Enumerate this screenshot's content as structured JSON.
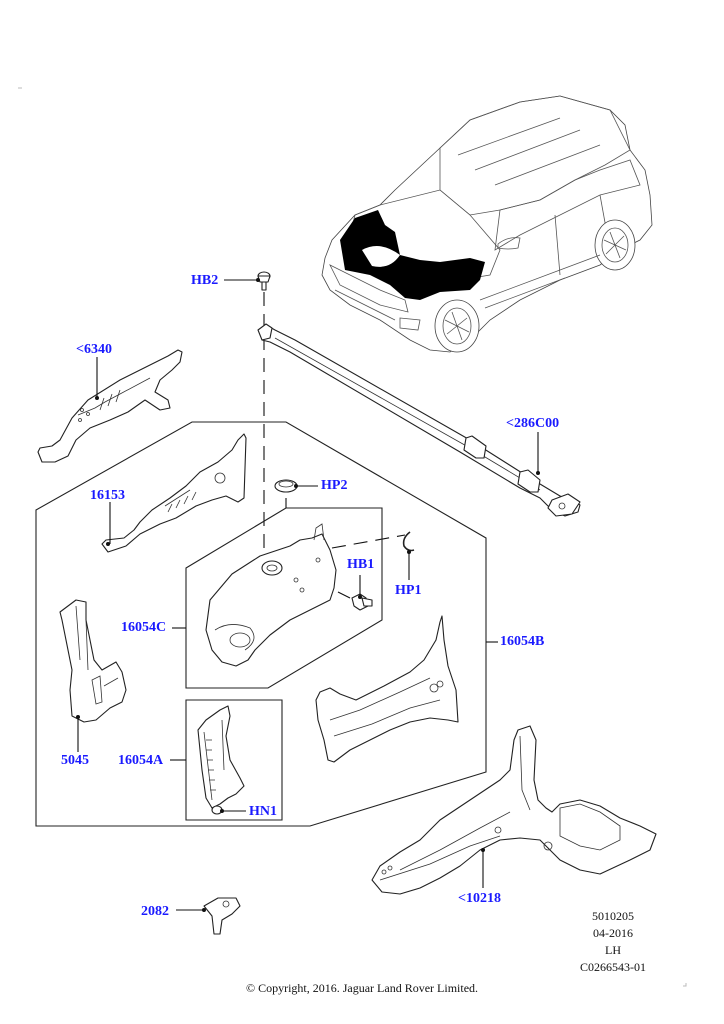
{
  "diagram": {
    "title": "Front body structure parts diagram",
    "callouts": {
      "hb2": "HB2",
      "p6340": "<6340",
      "p286c00": "<286C00",
      "p16153": "16153",
      "hp2": "HP2",
      "hb1": "HB1",
      "hp1": "HP1",
      "p16054c": "16054C",
      "p16054b": "16054B",
      "p5045": "5045",
      "p16054a": "16054A",
      "hn1": "HN1",
      "p2082": "2082",
      "p10218": "<10218"
    },
    "callout_color": "#1a1aff",
    "reference": {
      "code": "5010205",
      "date": "04-2016",
      "side": "LH",
      "illustration_id": "C0266543-01"
    },
    "copyright": "© Copyright, 2016. Jaguar Land Rover Limited."
  }
}
